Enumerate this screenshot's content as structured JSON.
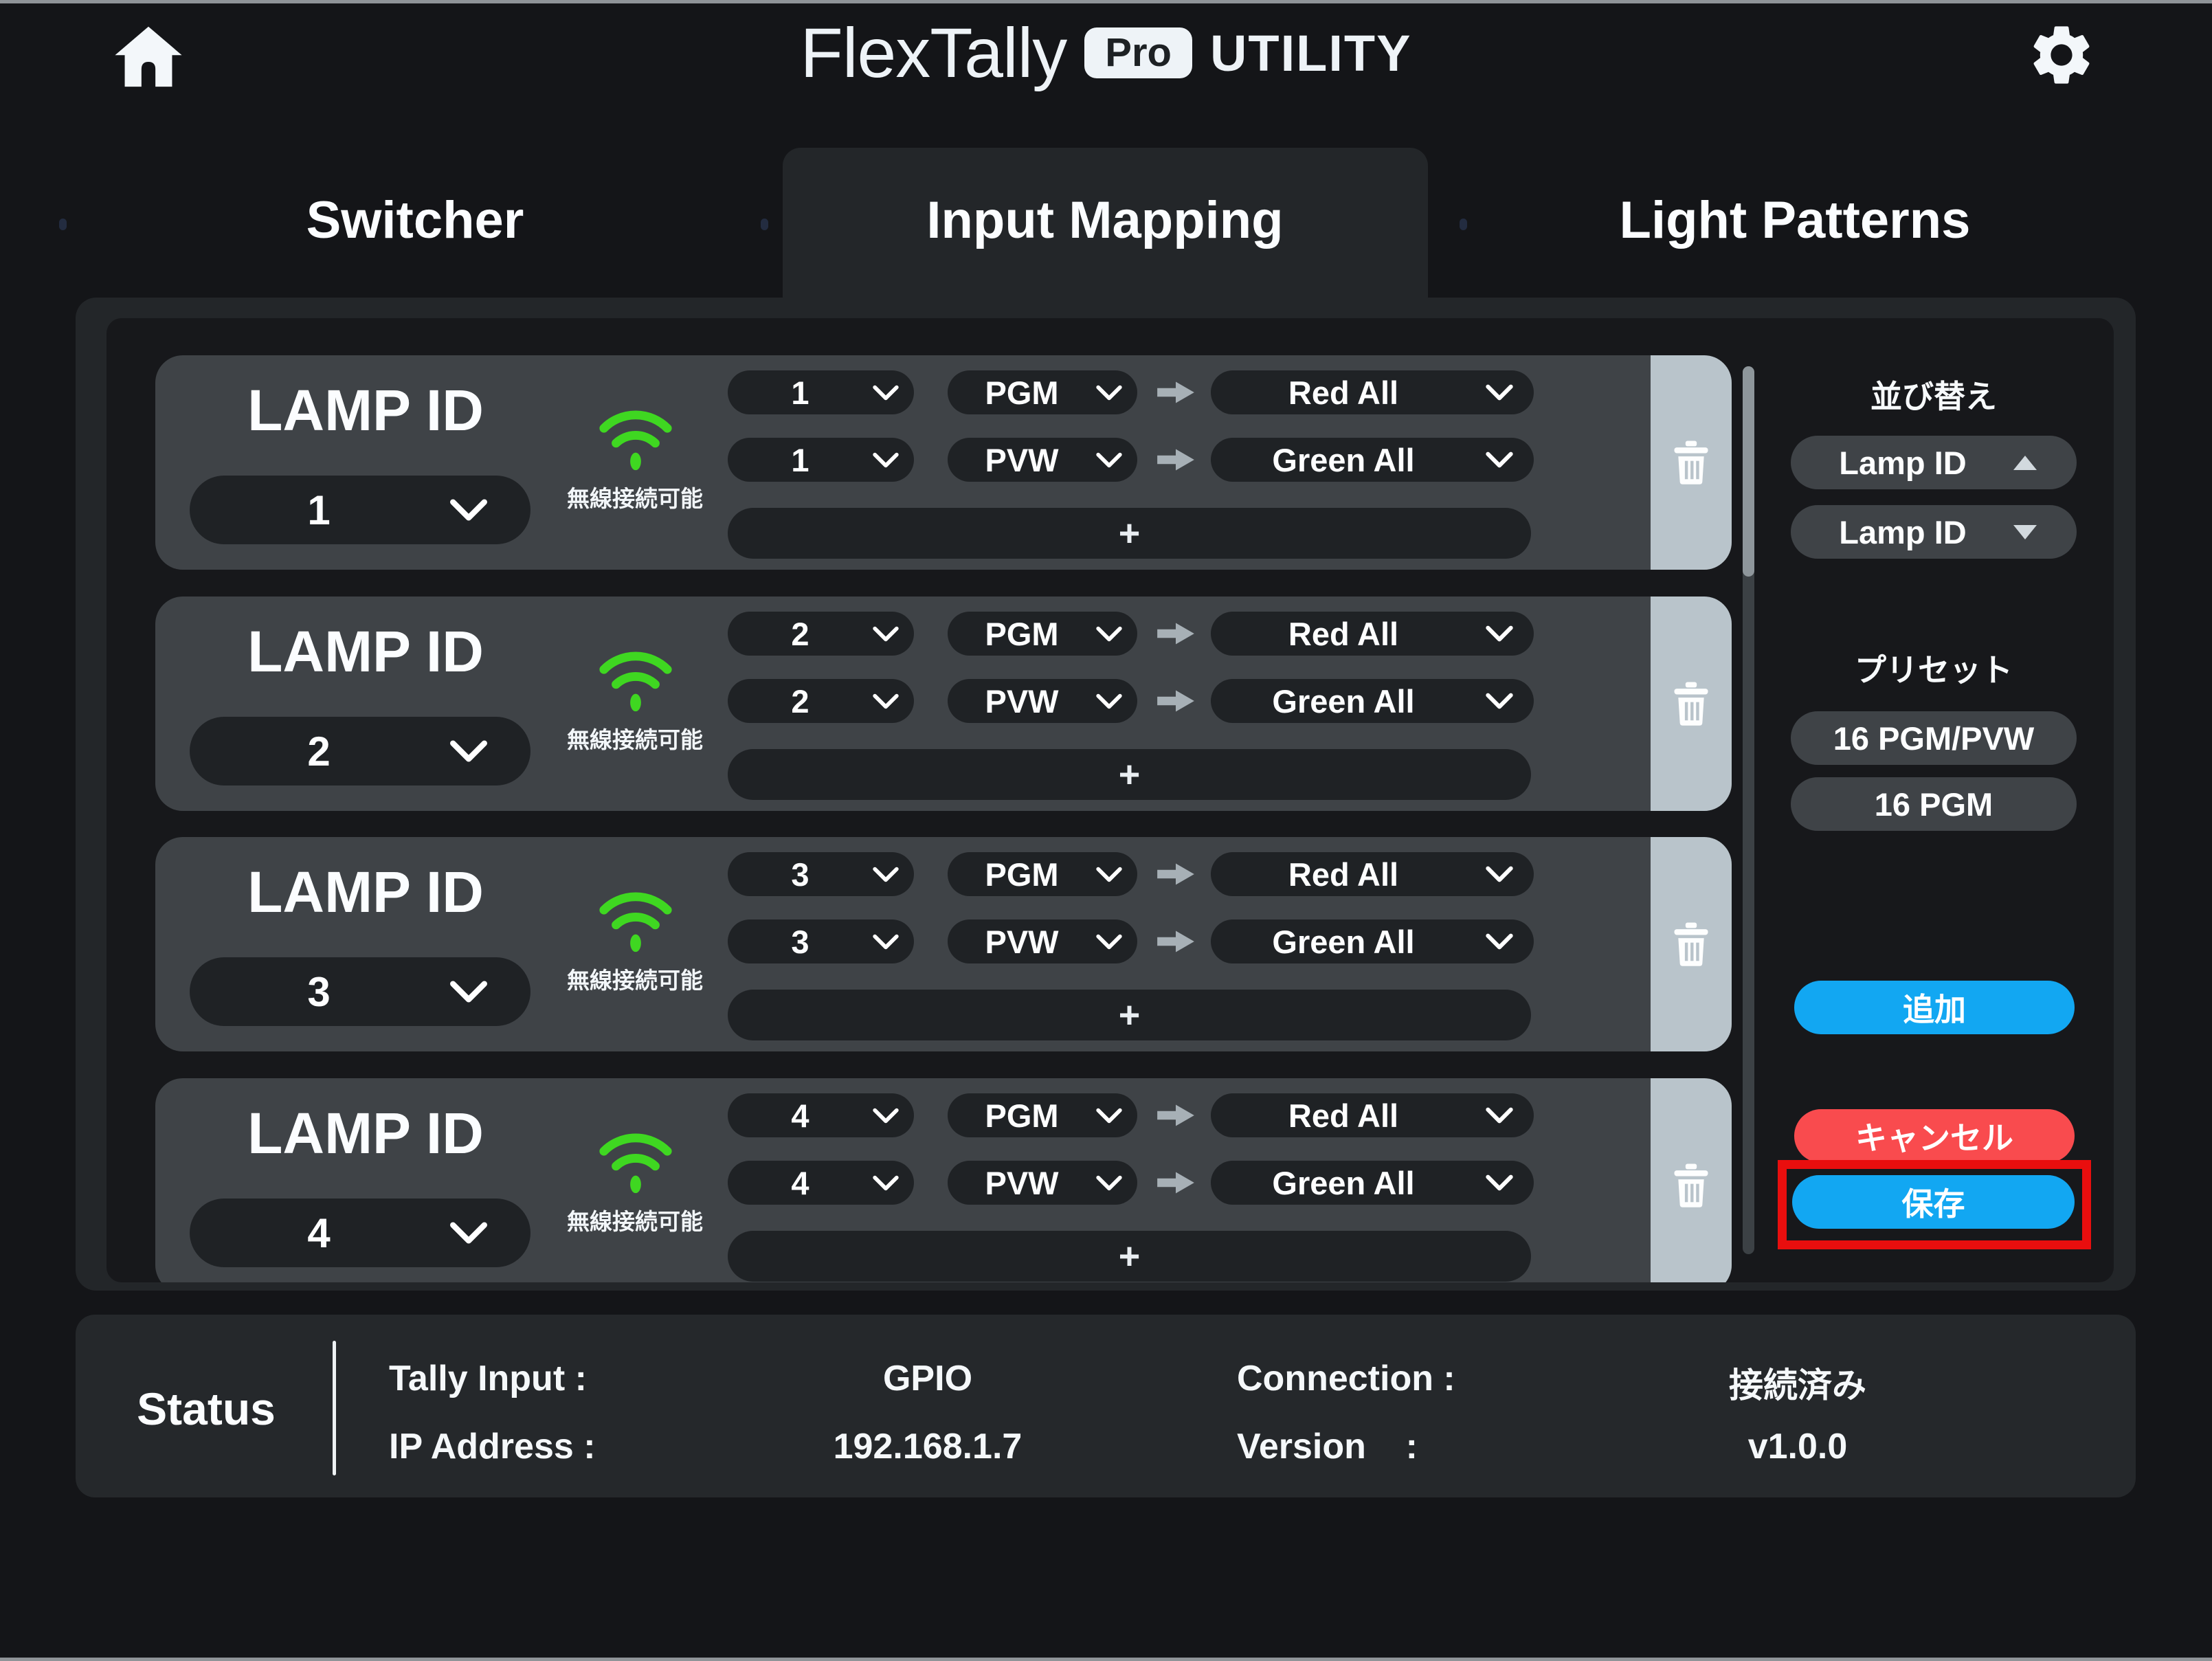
{
  "header": {
    "title_flex": "FlexTally",
    "title_pro": "Pro",
    "title_utility": "UTILITY"
  },
  "tabs": [
    {
      "label": "Switcher",
      "active": false
    },
    {
      "label": "Input Mapping",
      "active": true
    },
    {
      "label": "Light Patterns",
      "active": false
    }
  ],
  "mapping": {
    "lamp_id_label": "LAMP ID",
    "add_mapping_label": "+",
    "rows": [
      {
        "lamp_id": "1",
        "wireless_caption": "無線接続可能",
        "mappings": [
          {
            "input": "1",
            "bus": "PGM",
            "pattern": "Red All"
          },
          {
            "input": "1",
            "bus": "PVW",
            "pattern": "Green All"
          }
        ]
      },
      {
        "lamp_id": "2",
        "wireless_caption": "無線接続可能",
        "mappings": [
          {
            "input": "2",
            "bus": "PGM",
            "pattern": "Red All"
          },
          {
            "input": "2",
            "bus": "PVW",
            "pattern": "Green All"
          }
        ]
      },
      {
        "lamp_id": "3",
        "wireless_caption": "無線接続可能",
        "mappings": [
          {
            "input": "3",
            "bus": "PGM",
            "pattern": "Red All"
          },
          {
            "input": "3",
            "bus": "PVW",
            "pattern": "Green All"
          }
        ]
      },
      {
        "lamp_id": "4",
        "wireless_caption": "無線接続可能",
        "mappings": [
          {
            "input": "4",
            "bus": "PGM",
            "pattern": "Red All"
          },
          {
            "input": "4",
            "bus": "PVW",
            "pattern": "Green All"
          }
        ]
      }
    ]
  },
  "sidebar": {
    "sort_heading": "並び替え",
    "sort_asc_label": "Lamp ID",
    "sort_desc_label": "Lamp ID",
    "preset_heading": "プリセット",
    "preset_pgm_pvw_label": "16 PGM/PVW",
    "preset_pgm_label": "16 PGM",
    "add_label": "追加",
    "cancel_label": "キャンセル",
    "save_label": "保存"
  },
  "status": {
    "title": "Status",
    "tally_input_label": "Tally Input :",
    "tally_input_value": "GPIO",
    "ip_address_label": "IP Address :",
    "ip_address_value": "192.168.1.7",
    "connection_label": "Connection :",
    "connection_value": "接続済み",
    "version_label": "Version    :",
    "version_value": "v1.0.0"
  },
  "icons": {
    "home": "home-icon",
    "gear": "gear-icon",
    "wifi": "wifi-signal-icon",
    "trash": "trash-icon",
    "chevron": "chevron-down-icon",
    "arrow": "arrow-right-icon",
    "sort_up": "triangle-up-icon",
    "sort_down": "triangle-down-icon"
  },
  "colors": {
    "accent_blue": "#12a7f2",
    "danger_red": "#f94b4e",
    "highlight_red": "#e90e0e",
    "wifi_green": "#3fd721",
    "trash_zone_gray": "#b9c4cb"
  }
}
